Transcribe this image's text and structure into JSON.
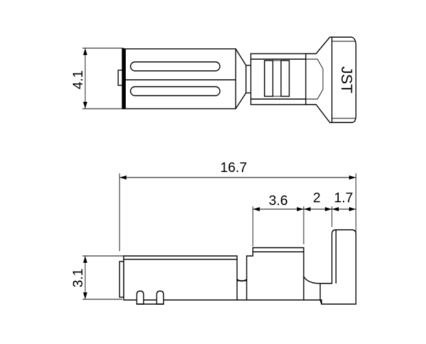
{
  "top_view": {
    "dimension_height": "4.1",
    "stamp_text": "JST"
  },
  "side_view": {
    "dimension_total_length": "16.7",
    "dimension_segment_1": "3.6",
    "dimension_segment_2": "2",
    "dimension_segment_3": "1.7",
    "dimension_height": "3.1"
  }
}
